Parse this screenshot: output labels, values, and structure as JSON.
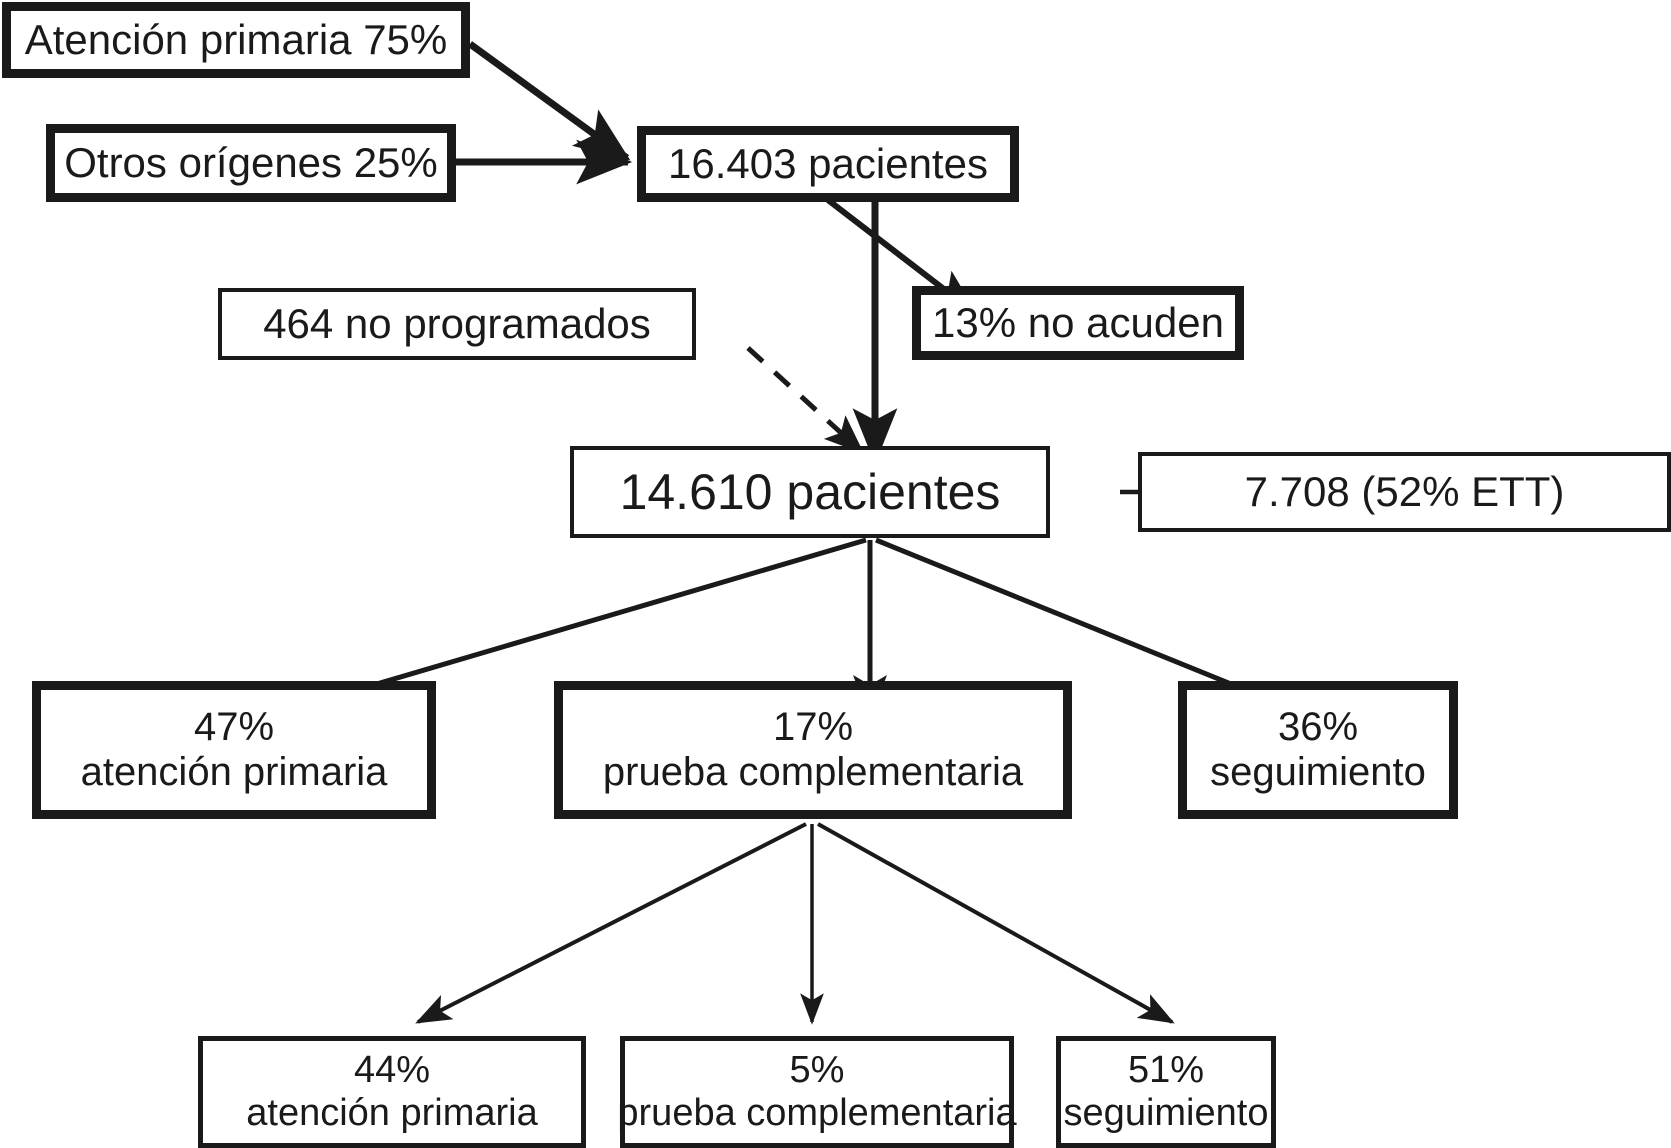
{
  "diagram": {
    "title": "Flujo de pacientes",
    "colors": {
      "stroke": "#1a1a1a",
      "background": "#ffffff"
    },
    "nodes": {
      "atencion_primaria_origen": {
        "text": "Atención primaria 75%"
      },
      "otros_origenes": {
        "text": "Otros orígenes 25%"
      },
      "pacientes_16403": {
        "text": "16.403 pacientes"
      },
      "no_programados": {
        "text": "464 no programados"
      },
      "no_acuden": {
        "text": "13% no acuden"
      },
      "pacientes_14610": {
        "text": "14.610 pacientes"
      },
      "ett": {
        "text": "7.708 (52% ETT)"
      },
      "dest_atencion_primaria": {
        "line1": "47%",
        "line2": "atención primaria"
      },
      "dest_prueba_complementaria": {
        "line1": "17%",
        "line2": "prueba complementaria"
      },
      "dest_seguimiento": {
        "line1": "36%",
        "line2": "seguimiento"
      },
      "sub_atencion_primaria": {
        "line1": "44%",
        "line2": "atención primaria"
      },
      "sub_prueba_complementaria": {
        "line1": "5%",
        "line2": "prueba complementaria"
      },
      "sub_seguimiento": {
        "line1": "51%",
        "line2": "seguimiento"
      }
    },
    "edges": [
      {
        "from": "atencion_primaria_origen",
        "to": "pacientes_16403",
        "style": "solid"
      },
      {
        "from": "otros_origenes",
        "to": "pacientes_16403",
        "style": "solid"
      },
      {
        "from": "pacientes_16403",
        "to": "no_acuden",
        "style": "solid"
      },
      {
        "from": "pacientes_16403",
        "to": "pacientes_14610",
        "style": "solid"
      },
      {
        "from": "no_programados",
        "to": "pacientes_14610",
        "style": "dashed"
      },
      {
        "from": "pacientes_14610",
        "to": "ett",
        "style": "solid"
      },
      {
        "from": "pacientes_14610",
        "to": "dest_atencion_primaria",
        "style": "solid"
      },
      {
        "from": "pacientes_14610",
        "to": "dest_prueba_complementaria",
        "style": "solid"
      },
      {
        "from": "pacientes_14610",
        "to": "dest_seguimiento",
        "style": "solid"
      },
      {
        "from": "dest_prueba_complementaria",
        "to": "sub_atencion_primaria",
        "style": "solid"
      },
      {
        "from": "dest_prueba_complementaria",
        "to": "sub_prueba_complementaria",
        "style": "solid"
      },
      {
        "from": "dest_prueba_complementaria",
        "to": "sub_seguimiento",
        "style": "solid"
      }
    ]
  }
}
